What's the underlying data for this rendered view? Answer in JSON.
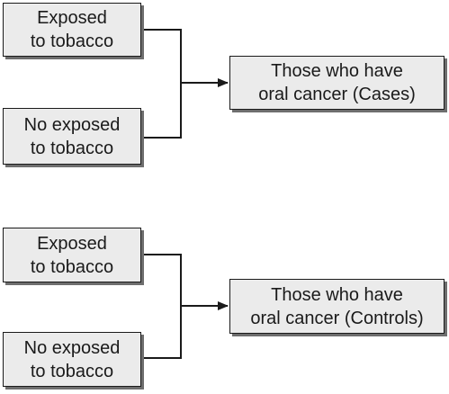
{
  "diagram": {
    "groups": [
      {
        "sources": [
          {
            "lines": [
              "Exposed",
              "to tobacco"
            ]
          },
          {
            "lines": [
              "No exposed",
              "to tobacco"
            ]
          }
        ],
        "target": {
          "lines": [
            "Those who have",
            "oral cancer (Cases)"
          ]
        }
      },
      {
        "sources": [
          {
            "lines": [
              "Exposed",
              "to tobacco"
            ]
          },
          {
            "lines": [
              "No exposed",
              "to tobacco"
            ]
          }
        ],
        "target": {
          "lines": [
            "Those who have",
            "oral cancer (Controls)"
          ]
        }
      }
    ]
  }
}
